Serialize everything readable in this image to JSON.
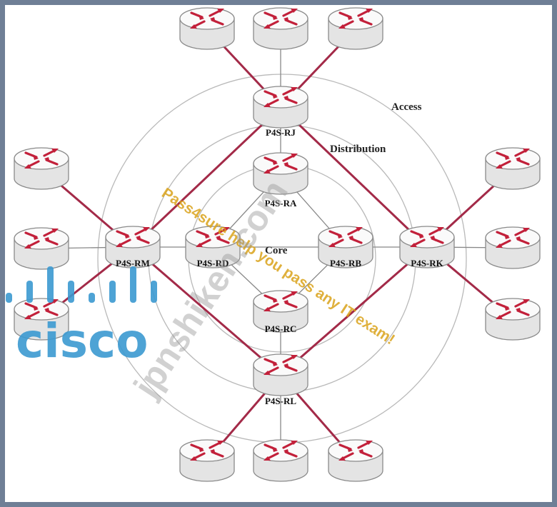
{
  "layers": {
    "access": "Access",
    "distribution": "Distribution",
    "core": "Core"
  },
  "routers": {
    "rj": "P4S-RJ",
    "ra": "P4S-RA",
    "rb": "P4S-RB",
    "rc": "P4S-RC",
    "rd": "P4S-RD",
    "rm": "P4S-RM",
    "rk": "P4S-RK",
    "rl": "P4S-RL"
  },
  "watermarks": {
    "pass4sure": "Pass4sure help you pass any IT exam!",
    "jpnshiken": "jpnshiken.com",
    "cisco": "cisco"
  },
  "colors": {
    "frame": "#6f7f96",
    "link": "#a32a48",
    "router_arrow": "#c2203a",
    "cisco_blue": "#3b99d0"
  },
  "icons": {
    "router": "router-icon"
  }
}
